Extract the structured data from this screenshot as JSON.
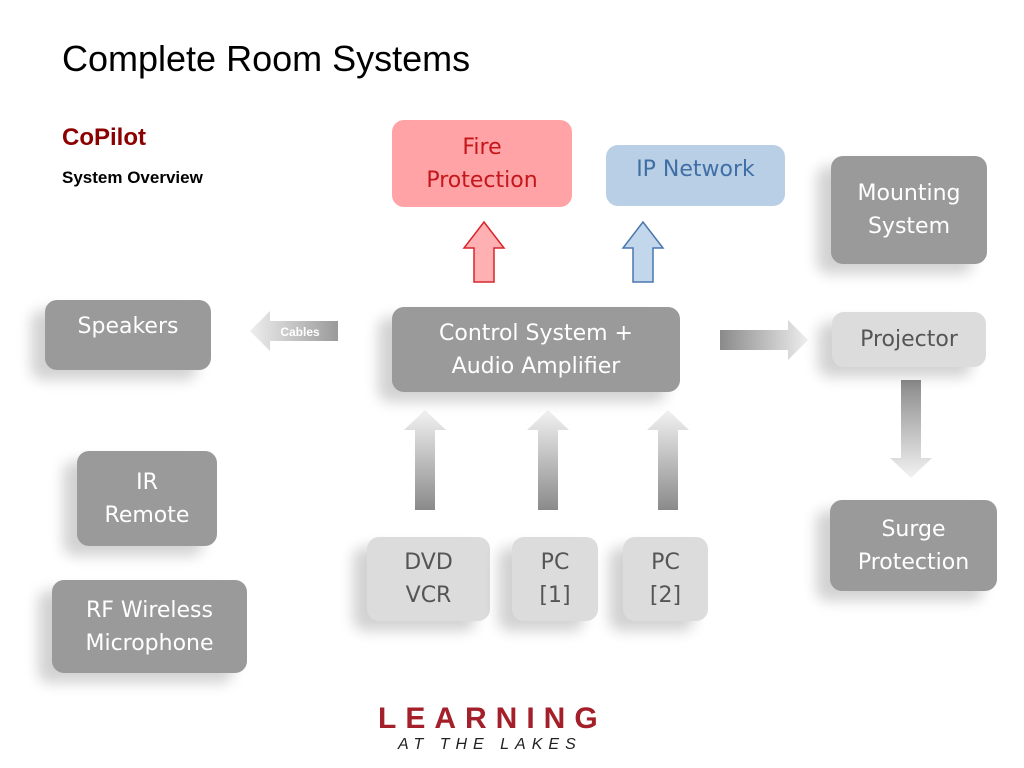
{
  "slide": {
    "title": "Complete Room Systems",
    "subtitle": "CoPilot",
    "section": "System Overview"
  },
  "nodes": {
    "fire": "Fire\nProtection",
    "ip_network": "IP Network",
    "mounting": "Mounting\nSystem",
    "speakers": "Speakers",
    "control": "Control System +\nAudio Amplifier",
    "projector": "Projector",
    "ir_remote": "IR\nRemote",
    "rf_mic": "RF Wireless\nMicrophone",
    "surge": "Surge\nProtection",
    "dvd": "DVD\nVCR",
    "pc1": "PC\n[1]",
    "pc2": "PC\n[2]"
  },
  "edges": {
    "cables_label": "Cables"
  },
  "logo": {
    "main": "LEARNING",
    "sub": "AT THE LAKES"
  },
  "colors": {
    "accent": "#8b0000",
    "box_dark": "#9a9a9a",
    "box_light": "#dcdcdc",
    "fire_fill": "#ffa3a6",
    "fire_text": "#c4171c",
    "ip_fill": "#b9cfe5",
    "ip_text": "#3f6fa5",
    "logo_red": "#a3202a"
  }
}
